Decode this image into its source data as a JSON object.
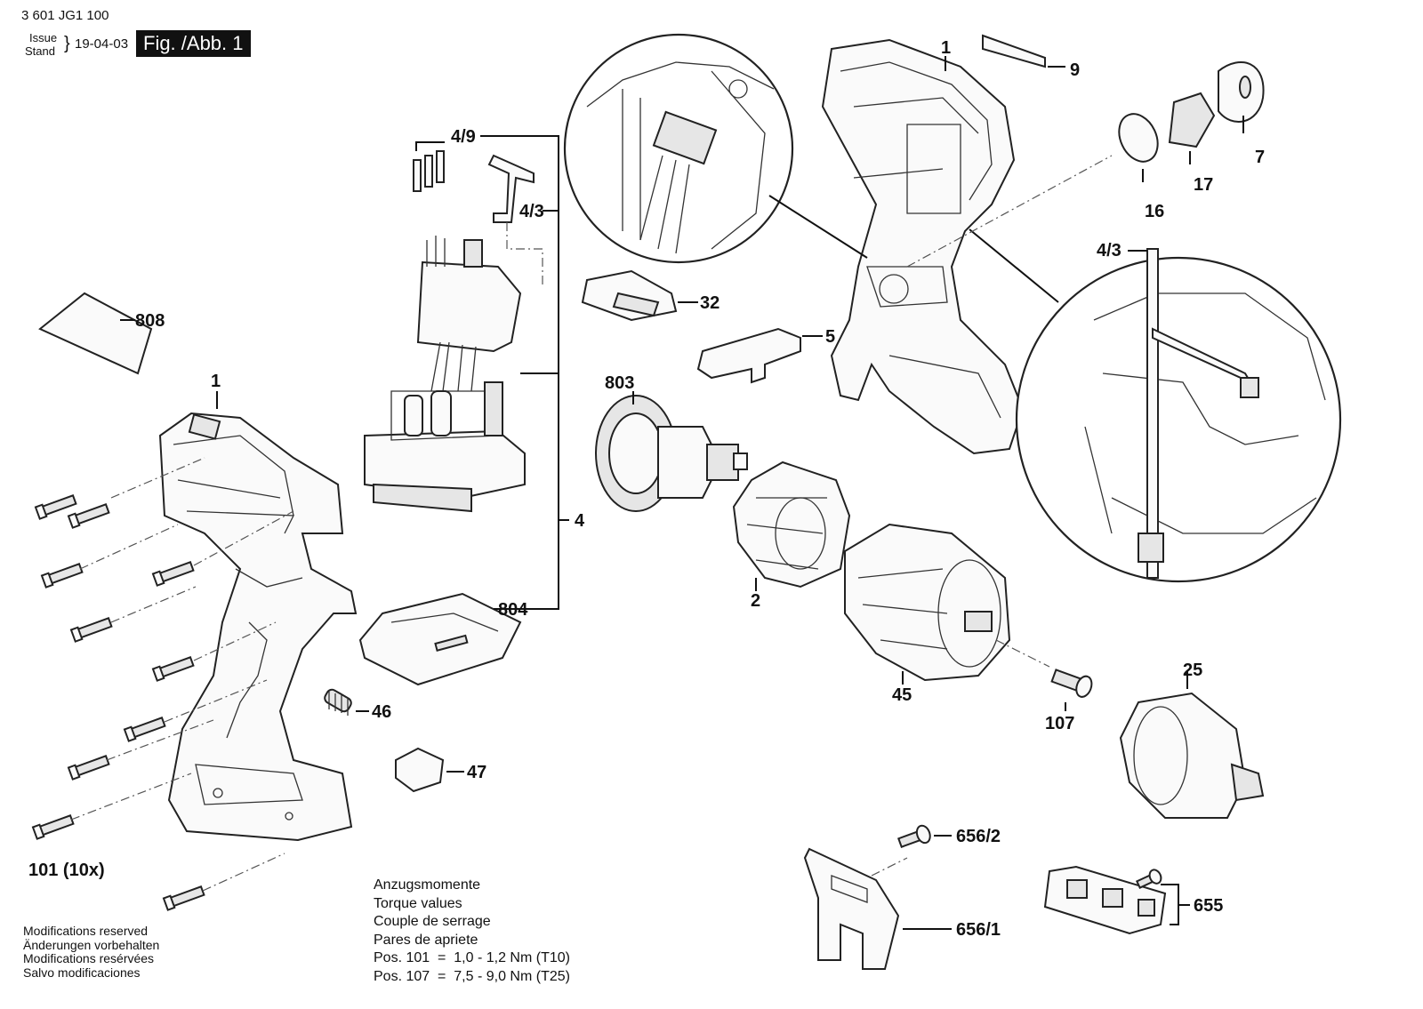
{
  "header": {
    "doc_number": "3 601 JG1 100",
    "issue_label_en": "Issue",
    "issue_label_de": "Stand",
    "issue_date": "19-04-03",
    "figure_label": "Fig. /Abb. 1"
  },
  "part_labels": {
    "p1_main": "1",
    "p1_detail": "1",
    "p9": "9",
    "p7": "7",
    "p17": "17",
    "p16": "16",
    "p4_9": "4/9",
    "p4_3_top": "4/3",
    "p4_3_detail": "4/3",
    "p32": "32",
    "p5": "5",
    "p808": "808",
    "p4": "4",
    "p803": "803",
    "p2": "2",
    "p45": "45",
    "p804": "804",
    "p46": "46",
    "p47": "47",
    "p107": "107",
    "p25": "25",
    "p101": "101 (10x)",
    "p656_2": "656/2",
    "p656_1": "656/1",
    "p655": "655"
  },
  "torque": {
    "lines": [
      "Anzugsmomente",
      "Torque values",
      "Couple de serrage",
      "Pares de apriete"
    ],
    "pos101": "Pos. 101  =  1,0 - 1,2 Nm (T10)",
    "pos107": "Pos. 107  =  7,5 - 9,0 Nm (T25)"
  },
  "notes": [
    "Modifications reserved",
    "Änderungen vorbehalten",
    "Modifications resérvées",
    "Salvo modificaciones"
  ]
}
